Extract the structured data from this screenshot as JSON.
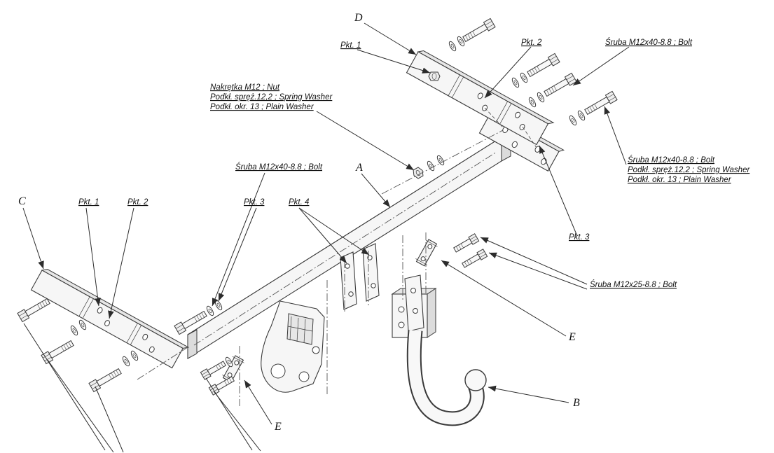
{
  "figure": {
    "kind": "exploded-assembly-technical-drawing",
    "subject": "Tow bar assembly diagram",
    "background_color": "#ffffff",
    "line_color": "#3a3a3a"
  },
  "part_letters": {
    "a": "A",
    "b": "B",
    "c": "C",
    "d": "D",
    "e_right": "E",
    "e_bottom": "E"
  },
  "point_labels": {
    "pkt1_top": "Pkt. 1",
    "pkt2_top": "Pkt. 2",
    "pkt1_left": "Pkt. 1",
    "pkt2_left": "Pkt. 2",
    "pkt3_left": "Pkt. 3",
    "pkt4_left": "Pkt. 4",
    "pkt3_right": "Pkt. 3"
  },
  "callouts": {
    "bolt_top_right": "Śruba M12x40-8.8 ;  Bolt",
    "bolt_left": "Śruba M12x40-8.8 ;  Bolt",
    "bolt_e": "Śruba M12x25-8.8 ;  Bolt",
    "nut_stack": [
      "Nakrętka  M12 ;  Nut",
      "Podkł. spręż.12,2 ; Spring Washer",
      "Podkł. okr. 13 ; Plain Washer"
    ],
    "bolt_stack_right": [
      "Śruba M12x40-8.8 ;  Bolt",
      "Podkł. spręż.12,2 ; Spring Washer",
      "Podkł. okr. 13 ; Plain Washer"
    ]
  }
}
